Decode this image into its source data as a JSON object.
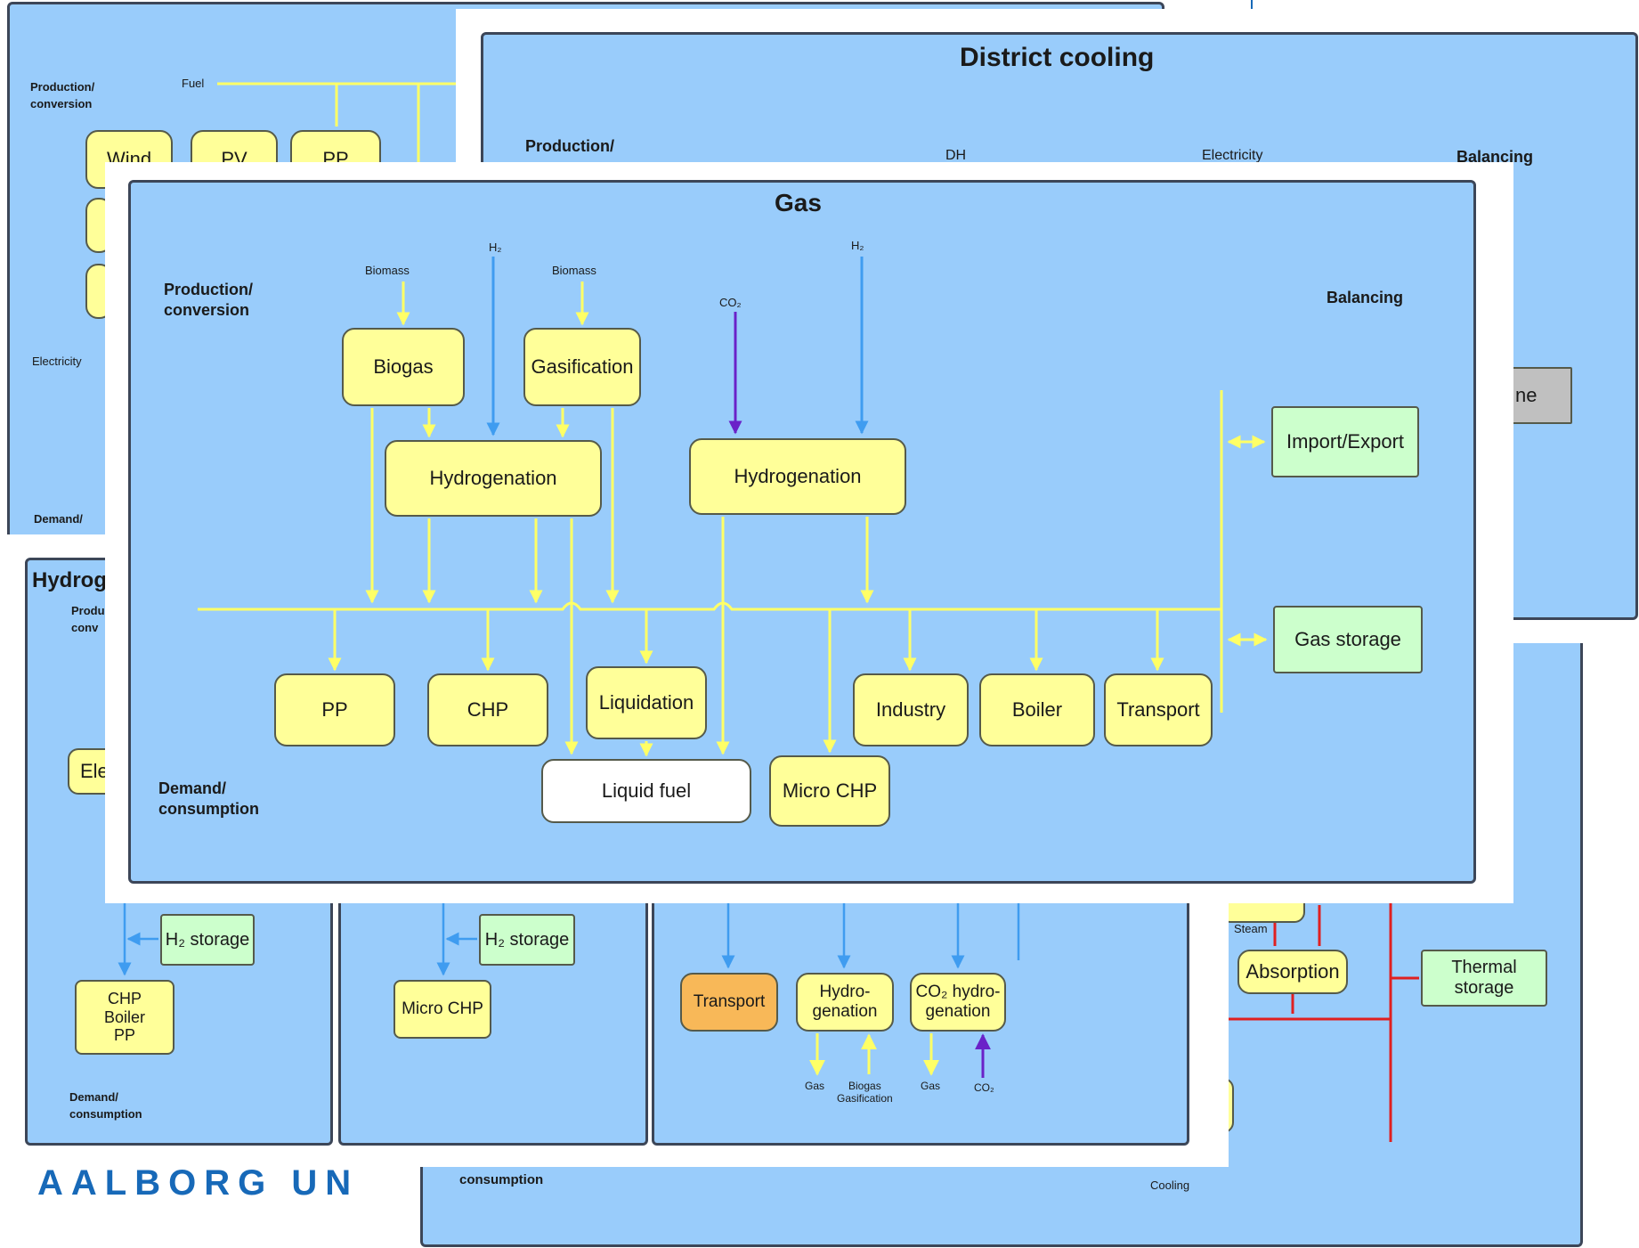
{
  "back_left_panel": {
    "production_label": "Production/\nconversion",
    "fuel_label": "Fuel",
    "electricity_label": "Electricity",
    "demand_label": "Demand/",
    "boxes": [
      "Wind",
      "PV",
      "PP"
    ]
  },
  "district_cooling": {
    "title": "District cooling",
    "production_label": "Production/",
    "dh_label": "DH",
    "electricity_label": "Electricity",
    "balancing_label": "Balancing",
    "grey_box_fragment": "ne",
    "steam_label": "Steam",
    "absorption": "Absorption",
    "thermal_storage": "Thermal\nstorage",
    "consumption_label": "consumption",
    "cooling_label": "Cooling"
  },
  "hydrogen_panel": {
    "title_fragment": "Hydrog",
    "production_label_fragment": "Produ\nconv",
    "ele_fragment": "Ele",
    "h2_storage_1": "H₂ storage",
    "chp_boiler_pp": "CHP\nBoiler\nPP",
    "h2_storage_2": "H₂ storage",
    "micro_chp": "Micro CHP",
    "transport": "Transport",
    "hydro_genation": "Hydro-\ngenation",
    "co2_hydrogenation": "CO₂ hydro-\ngenation",
    "gas_label_1": "Gas",
    "biogas_gasification_label": "Biogas\nGasification",
    "gas_label_2": "Gas",
    "co2_label": "CO₂",
    "demand_label": "Demand/\nconsumption"
  },
  "logo_text": "AALBORG UN",
  "gas": {
    "title": "Gas",
    "production_label": "Production/\nconversion",
    "balancing_label": "Balancing",
    "demand_label": "Demand/\nconsumption",
    "inputs": {
      "biomass_1": "Biomass",
      "h2_1": "H₂",
      "biomass_2": "Biomass",
      "co2": "CO₂",
      "h2_2": "H₂"
    },
    "boxes": {
      "biogas": "Biogas",
      "gasification": "Gasification",
      "hydrogenation_1": "Hydrogenation",
      "hydrogenation_2": "Hydrogenation",
      "import_export": "Import/Export",
      "gas_storage": "Gas storage",
      "pp": "PP",
      "chp": "CHP",
      "liquidation": "Liquidation",
      "liquid_fuel": "Liquid fuel",
      "micro_chp": "Micro CHP",
      "industry": "Industry",
      "boiler": "Boiler",
      "transport": "Transport"
    }
  },
  "colors": {
    "panel": "#99ccfb",
    "gas_line": "#ffff66",
    "hydrogen_line": "#3f9cf0",
    "co2_line": "#6a22c8",
    "cooling_line": "#e02020",
    "box_yellow": "#ffff99",
    "box_green": "#ccffcc",
    "box_orange": "#f8b858"
  }
}
